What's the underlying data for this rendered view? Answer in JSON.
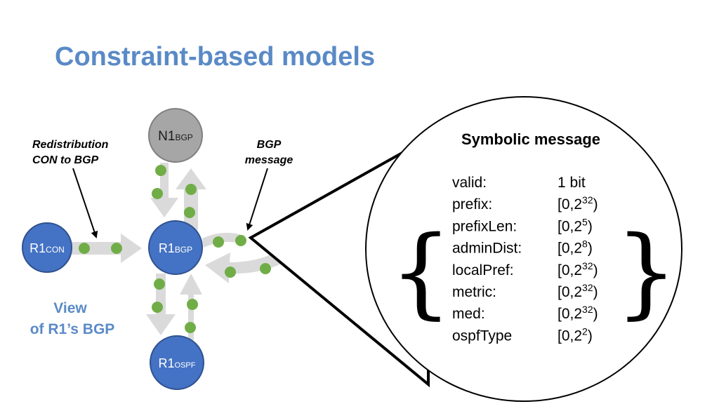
{
  "slide": {
    "title": "Constraint-based models"
  },
  "nodes": {
    "n1": {
      "name": "N1",
      "sub": "BGP"
    },
    "r1_con": {
      "name": "R1",
      "sub": "CON"
    },
    "r1_bgp": {
      "name": "R1",
      "sub": "BGP"
    },
    "r1_ospf": {
      "name": "R1",
      "sub": "OSPF"
    }
  },
  "annotations": {
    "redistribution": [
      "Redistribution",
      "CON to BGP"
    ],
    "bgp_message": [
      "BGP",
      "message"
    ],
    "view": [
      "View",
      "of R1’s BGP"
    ]
  },
  "message": {
    "title": "Symbolic message",
    "brace_open": "{",
    "brace_close": "}",
    "fields": [
      {
        "name": "valid:",
        "value": "1 bit"
      },
      {
        "name": "prefix:",
        "value": "[0,2",
        "exp": "32",
        "close": ")"
      },
      {
        "name": "prefixLen:",
        "value": "[0,2",
        "exp": "5",
        "close": ")"
      },
      {
        "name": "adminDist:",
        "value": "[0,2",
        "exp": "8",
        "close": ")"
      },
      {
        "name": "localPref:",
        "value": "[0,2",
        "exp": "32",
        "close": ")"
      },
      {
        "name": "metric:",
        "value": "[0,2",
        "exp": "32",
        "close": ")"
      },
      {
        "name": "med:",
        "value": "[0,2",
        "exp": "32",
        "close": ")"
      },
      {
        "name": "ospfType",
        "value": "[0,2",
        "exp": "2",
        "close": ")"
      }
    ]
  },
  "colors": {
    "title": "#5a8ac6",
    "router": "#4472c4",
    "router_stroke": "#2f528f",
    "neighbor": "#a6a6a6",
    "neighbor_stroke": "#7f7f7f",
    "arrow": "#d9d9d9",
    "dot": "#70ad47"
  }
}
